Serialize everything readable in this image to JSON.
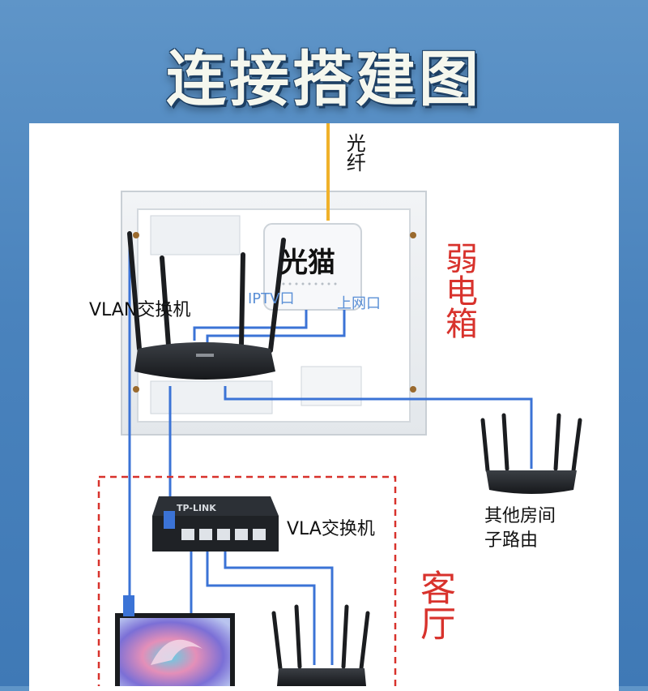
{
  "title": "连接搭建图",
  "labels": {
    "fiber": "光纤",
    "modem": "光猫",
    "iptv_port": "IPTV口",
    "uplink_port": "上网口",
    "vlan_switch_top": "VLAN交换机",
    "weak_box": "弱电箱",
    "other_room_router": "其他房间\n子路由",
    "vla_switch": "VLA交换机",
    "living_room": "客厅",
    "switch_brand": "TP-LINK"
  },
  "colors": {
    "background": "#4a83bd",
    "cable": "#3b73d6",
    "fiber": "#f0b12a",
    "red_text": "#d8322c",
    "dashed_border": "#d8322c"
  }
}
